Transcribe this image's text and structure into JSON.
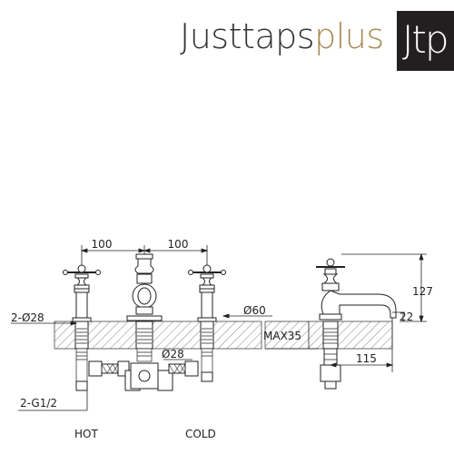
{
  "brand": {
    "name_part1": "Justtaps",
    "name_part2": "plus",
    "logo_text": "Jtp",
    "color_dark": "#333333",
    "color_gold": "#a88b57",
    "logo_bg": "#231f20"
  },
  "front_view": {
    "dim_left": "100",
    "dim_right": "100",
    "label_left_thread": "2-Ø28",
    "label_spout_dia": "Ø60",
    "label_center_dia": "Ø28",
    "label_inlet": "2-G1/2",
    "label_hot": "HOT",
    "label_cold": "COLD"
  },
  "side_view": {
    "dim_height": "127",
    "dim_spout_height": "22",
    "dim_max_thickness": "MAX35",
    "dim_projection": "115"
  }
}
